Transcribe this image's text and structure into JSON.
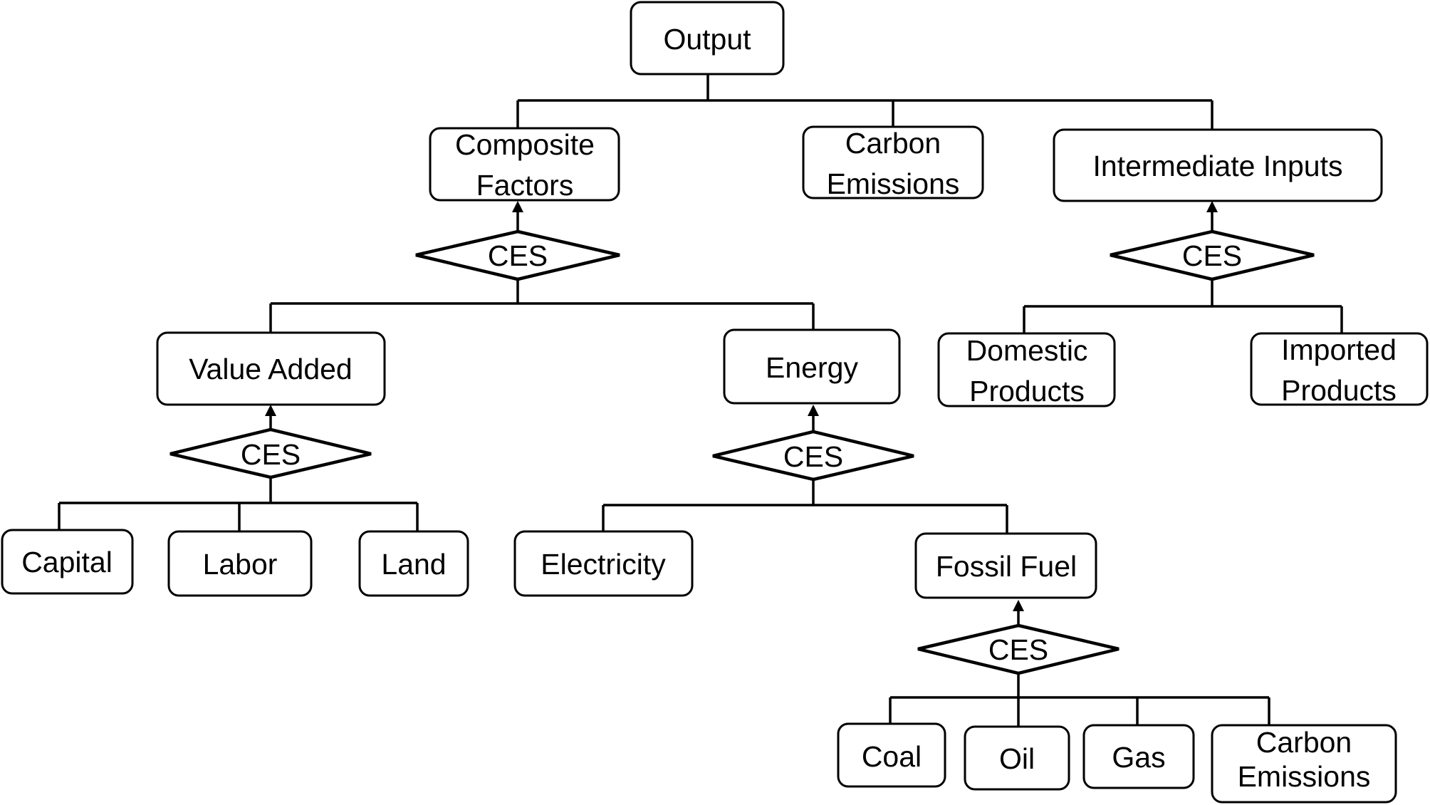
{
  "nodes": {
    "output": "Output",
    "composite_factors": [
      "Composite",
      "Factors"
    ],
    "carbon_emissions_top": [
      "Carbon",
      "Emissions"
    ],
    "intermediate_inputs": "Intermediate Inputs",
    "value_added": "Value Added",
    "energy": "Energy",
    "domestic_products": [
      "Domestic",
      "Products"
    ],
    "imported_products": [
      "Imported",
      "Products"
    ],
    "capital": "Capital",
    "labor": "Labor",
    "land": "Land",
    "electricity": "Electricity",
    "fossil_fuel": "Fossil Fuel",
    "coal": "Coal",
    "oil": "Oil",
    "gas": "Gas",
    "carbon_emissions_bottom": [
      "Carbon",
      "Emissions"
    ]
  },
  "ces": {
    "composite": "CES",
    "intermediate": "CES",
    "value_added": "CES",
    "energy": "CES",
    "fossil_fuel": "CES"
  }
}
